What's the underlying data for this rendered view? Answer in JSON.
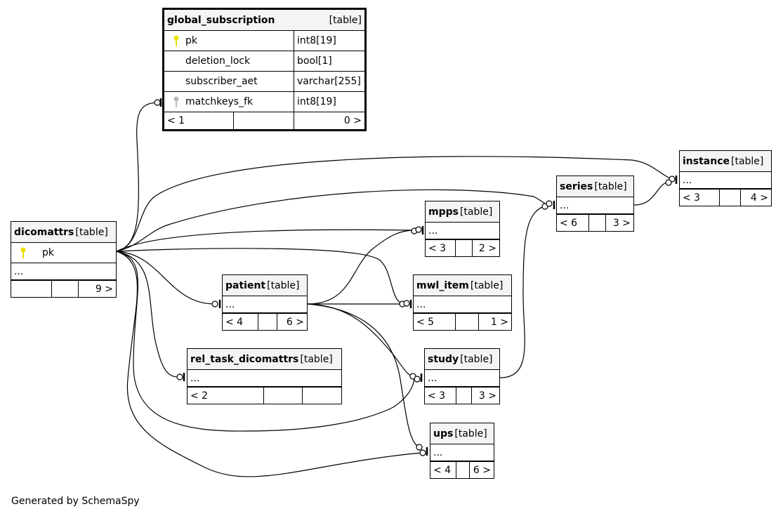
{
  "tables": {
    "global_subscription": {
      "name": "global_subscription",
      "tag": "[table]",
      "columns": [
        {
          "name": "pk",
          "type": "int8[19]",
          "key": "primary"
        },
        {
          "name": "deletion_lock",
          "type": "bool[1]",
          "key": ""
        },
        {
          "name": "subscriber_aet",
          "type": "varchar[255]",
          "key": ""
        },
        {
          "name": "matchkeys_fk",
          "type": "int8[19]",
          "key": "foreign"
        }
      ],
      "footer": {
        "left": "< 1",
        "mid": "",
        "right": "0 >"
      }
    },
    "dicomattrs": {
      "name": "dicomattrs",
      "tag": "[table]",
      "columns": [
        {
          "name": "pk",
          "key": "primary"
        }
      ],
      "ellipsis": "...",
      "footer": {
        "left": "",
        "mid": "",
        "right": "9 >"
      }
    },
    "instance": {
      "name": "instance",
      "tag": "[table]",
      "ellipsis": "...",
      "footer": {
        "left": "< 3",
        "mid": "",
        "right": "4 >"
      }
    },
    "series": {
      "name": "series",
      "tag": "[table]",
      "ellipsis": "...",
      "footer": {
        "left": "< 6",
        "mid": "",
        "right": "3 >"
      }
    },
    "mpps": {
      "name": "mpps",
      "tag": "[table]",
      "ellipsis": "...",
      "footer": {
        "left": "< 3",
        "mid": "",
        "right": "2 >"
      }
    },
    "patient": {
      "name": "patient",
      "tag": "[table]",
      "ellipsis": "...",
      "footer": {
        "left": "< 4",
        "mid": "",
        "right": "6 >"
      }
    },
    "mwl_item": {
      "name": "mwl_item",
      "tag": "[table]",
      "ellipsis": "...",
      "footer": {
        "left": "< 5",
        "mid": "",
        "right": "1 >"
      }
    },
    "rel_task_dicomattrs": {
      "name": "rel_task_dicomattrs",
      "tag": "[table]",
      "ellipsis": "...",
      "footer": {
        "left": "< 2",
        "mid": "",
        "right": ""
      }
    },
    "study": {
      "name": "study",
      "tag": "[table]",
      "ellipsis": "...",
      "footer": {
        "left": "< 3",
        "mid": "",
        "right": "3 >"
      }
    },
    "ups": {
      "name": "ups",
      "tag": "[table]",
      "ellipsis": "...",
      "footer": {
        "left": "< 4",
        "mid": "",
        "right": "6 >"
      }
    }
  },
  "colors": {
    "primary_key": "#e8e000",
    "foreign_key": "#bbbbbb",
    "header_bg": "#f4f4f4",
    "line": "#000000"
  },
  "generated_by": "Generated by SchemaSpy"
}
